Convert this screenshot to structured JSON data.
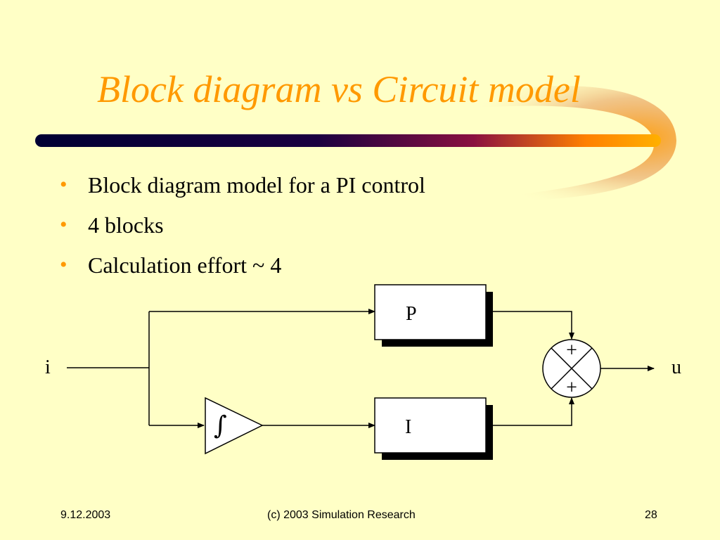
{
  "slide": {
    "title": "Block diagram vs Circuit model",
    "bullets": [
      "Block diagram model for a PI control",
      "4  blocks",
      "Calculation effort ~ 4"
    ]
  },
  "diagram": {
    "input_label": "i",
    "output_label": "u",
    "p_block_label": "P",
    "i_block_label": "I",
    "integrator_symbol": "∫",
    "sum_top_sign": "+",
    "sum_bottom_sign": "+"
  },
  "footer": {
    "date": "9.12.2003",
    "copyright": "(c) 2003 Simulation Research",
    "page_number": "28"
  },
  "colors": {
    "background": "#ffffc6",
    "title": "#ff9900",
    "bar_start": "#000033",
    "bar_end": "#ff9900"
  }
}
